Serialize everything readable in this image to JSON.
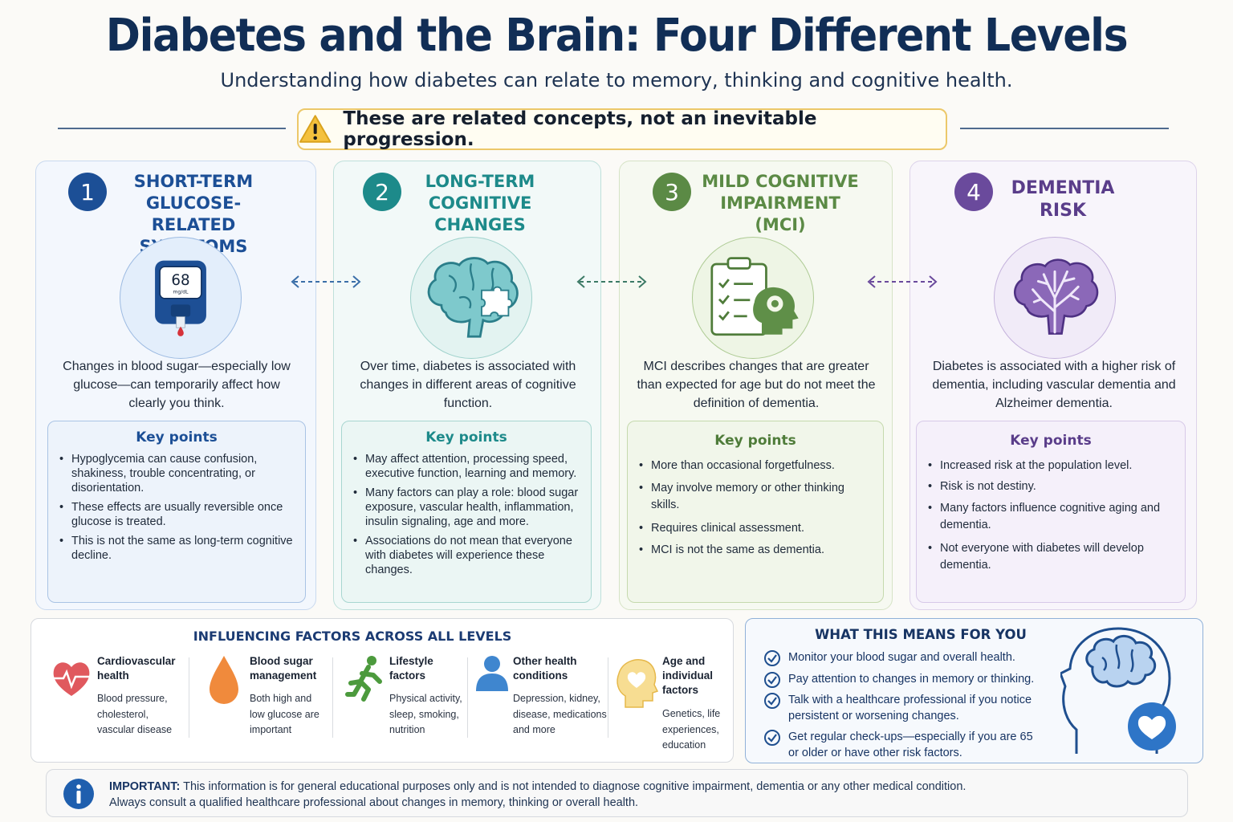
{
  "header": {
    "title": "Diabetes and the Brain: Four Different Levels",
    "subtitle": "Understanding how diabetes can relate to memory, thinking and cognitive health.",
    "warning": "These are related concepts, not an inevitable progression."
  },
  "levels": [
    {
      "number": "1",
      "title_lines": [
        "SHORT-TERM",
        "GLUCOSE-RELATED",
        "SYMPTOMS"
      ],
      "icon": "glucose-meter-icon",
      "meter_value": "68",
      "meter_unit": "mg/dL",
      "description": "Changes in blood sugar—especially low glucose—can temporarily affect how clearly you think.",
      "key_points_title": "Key points",
      "key_points": [
        "Hypoglycemia can cause confusion, shakiness, trouble concentrating, or disorientation.",
        "These effects are usually reversible once glucose is treated.",
        "This is not the same as long-term cognitive decline."
      ],
      "color": "#1c4f96"
    },
    {
      "number": "2",
      "title_lines": [
        "LONG-TERM",
        "COGNITIVE",
        "CHANGES"
      ],
      "icon": "brain-puzzle-icon",
      "description": "Over time, diabetes is associated with changes in different areas of cognitive function.",
      "key_points_title": "Key points",
      "key_points": [
        "May affect attention, processing speed, executive function, learning and memory.",
        "Many factors can play a role: blood sugar exposure, vascular health, inflammation, insulin signaling, age and more.",
        "Associations do not mean that everyone with diabetes will experience these changes."
      ],
      "color": "#1d8a8a"
    },
    {
      "number": "3",
      "title_lines": [
        "MILD COGNITIVE",
        "IMPAIRMENT",
        "(MCI)"
      ],
      "icon": "clipboard-checklist-icon",
      "description": "MCI describes changes that are greater than expected for age but do not meet the definition of dementia.",
      "key_points_title": "Key points",
      "key_points": [
        "More than occasional forgetfulness.",
        "May involve memory or other thinking skills.",
        "Requires clinical assessment.",
        "MCI is not the same as dementia."
      ],
      "color": "#5b8a45"
    },
    {
      "number": "4",
      "title_lines": [
        "DEMENTIA",
        "RISK"
      ],
      "icon": "brain-tree-icon",
      "description": "Diabetes is associated with a higher risk of dementia, including vascular dementia and Alzheimer dementia.",
      "key_points_title": "Key points",
      "key_points": [
        "Increased risk at the population level.",
        "Risk is not destiny.",
        "Many factors influence cognitive aging and dementia.",
        "Not everyone with diabetes will develop dementia."
      ],
      "color": "#6a4a9c"
    }
  ],
  "factors": {
    "title": "INFLUENCING FACTORS ACROSS ALL LEVELS",
    "items": [
      {
        "name_lines": [
          "Cardiovascular",
          "health"
        ],
        "desc_lines": [
          "Blood pressure,",
          "cholesterol,",
          "vascular disease"
        ],
        "icon": "heart-pulse-icon"
      },
      {
        "name_lines": [
          "Blood sugar",
          "management"
        ],
        "desc_lines": [
          "Both high and",
          "low glucose are",
          "important"
        ],
        "icon": "blood-drop-icon"
      },
      {
        "name_lines": [
          "Lifestyle",
          "factors"
        ],
        "desc_lines": [
          "Physical activity,",
          "sleep, smoking,",
          "nutrition"
        ],
        "icon": "running-person-icon"
      },
      {
        "name_lines": [
          "Other health",
          "conditions"
        ],
        "desc_lines": [
          "Depression, kidney,",
          "disease, medications",
          "and more"
        ],
        "icon": "person-icon"
      },
      {
        "name_lines": [
          "Age and",
          "individual",
          "factors"
        ],
        "desc_lines": [
          "Genetics, life",
          "experiences,",
          "education"
        ],
        "icon": "head-heart-icon"
      }
    ]
  },
  "means": {
    "title": "WHAT THIS MEANS FOR YOU",
    "items": [
      {
        "lines": [
          "Monitor your blood sugar and overall health."
        ]
      },
      {
        "lines": [
          "Pay attention to changes in memory or thinking."
        ]
      },
      {
        "lines": [
          "Talk with a healthcare professional if you notice",
          "persistent or worsening changes."
        ]
      },
      {
        "lines": [
          "Get regular check-ups—especially if you are 65",
          "or older or have other risk factors."
        ]
      }
    ],
    "icon": "head-brain-heart-icon"
  },
  "important": {
    "label": "IMPORTANT:",
    "line1": "This information is for general educational purposes only and is not intended to diagnose cognitive impairment, dementia or any other medical condition.",
    "line2": "Always consult a qualified healthcare professional about changes in memory, thinking or overall health."
  }
}
